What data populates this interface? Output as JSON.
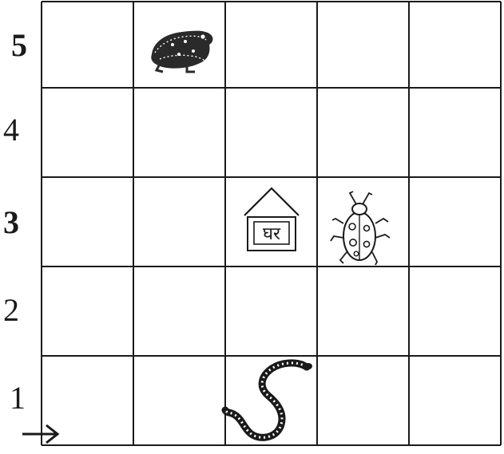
{
  "grid": {
    "columns": 5,
    "rows": 5,
    "row_labels": [
      "5",
      "4",
      "3",
      "2",
      "1"
    ],
    "bold_row_labels": [
      "5",
      "3"
    ]
  },
  "colors": {
    "line": "#1a1a1a",
    "paper": "#ffffff"
  },
  "items": [
    {
      "id": "frog",
      "icon": "frog-icon",
      "column": 2,
      "row": 5
    },
    {
      "id": "house",
      "icon": "house-icon",
      "column": 3,
      "row": 3,
      "label": "घर"
    },
    {
      "id": "beetle",
      "icon": "ladybug-icon",
      "column": 4,
      "row": 3
    },
    {
      "id": "snake",
      "icon": "snake-icon",
      "column": 3,
      "row": 1
    }
  ],
  "start_marker": {
    "icon": "arrow-right-icon"
  }
}
